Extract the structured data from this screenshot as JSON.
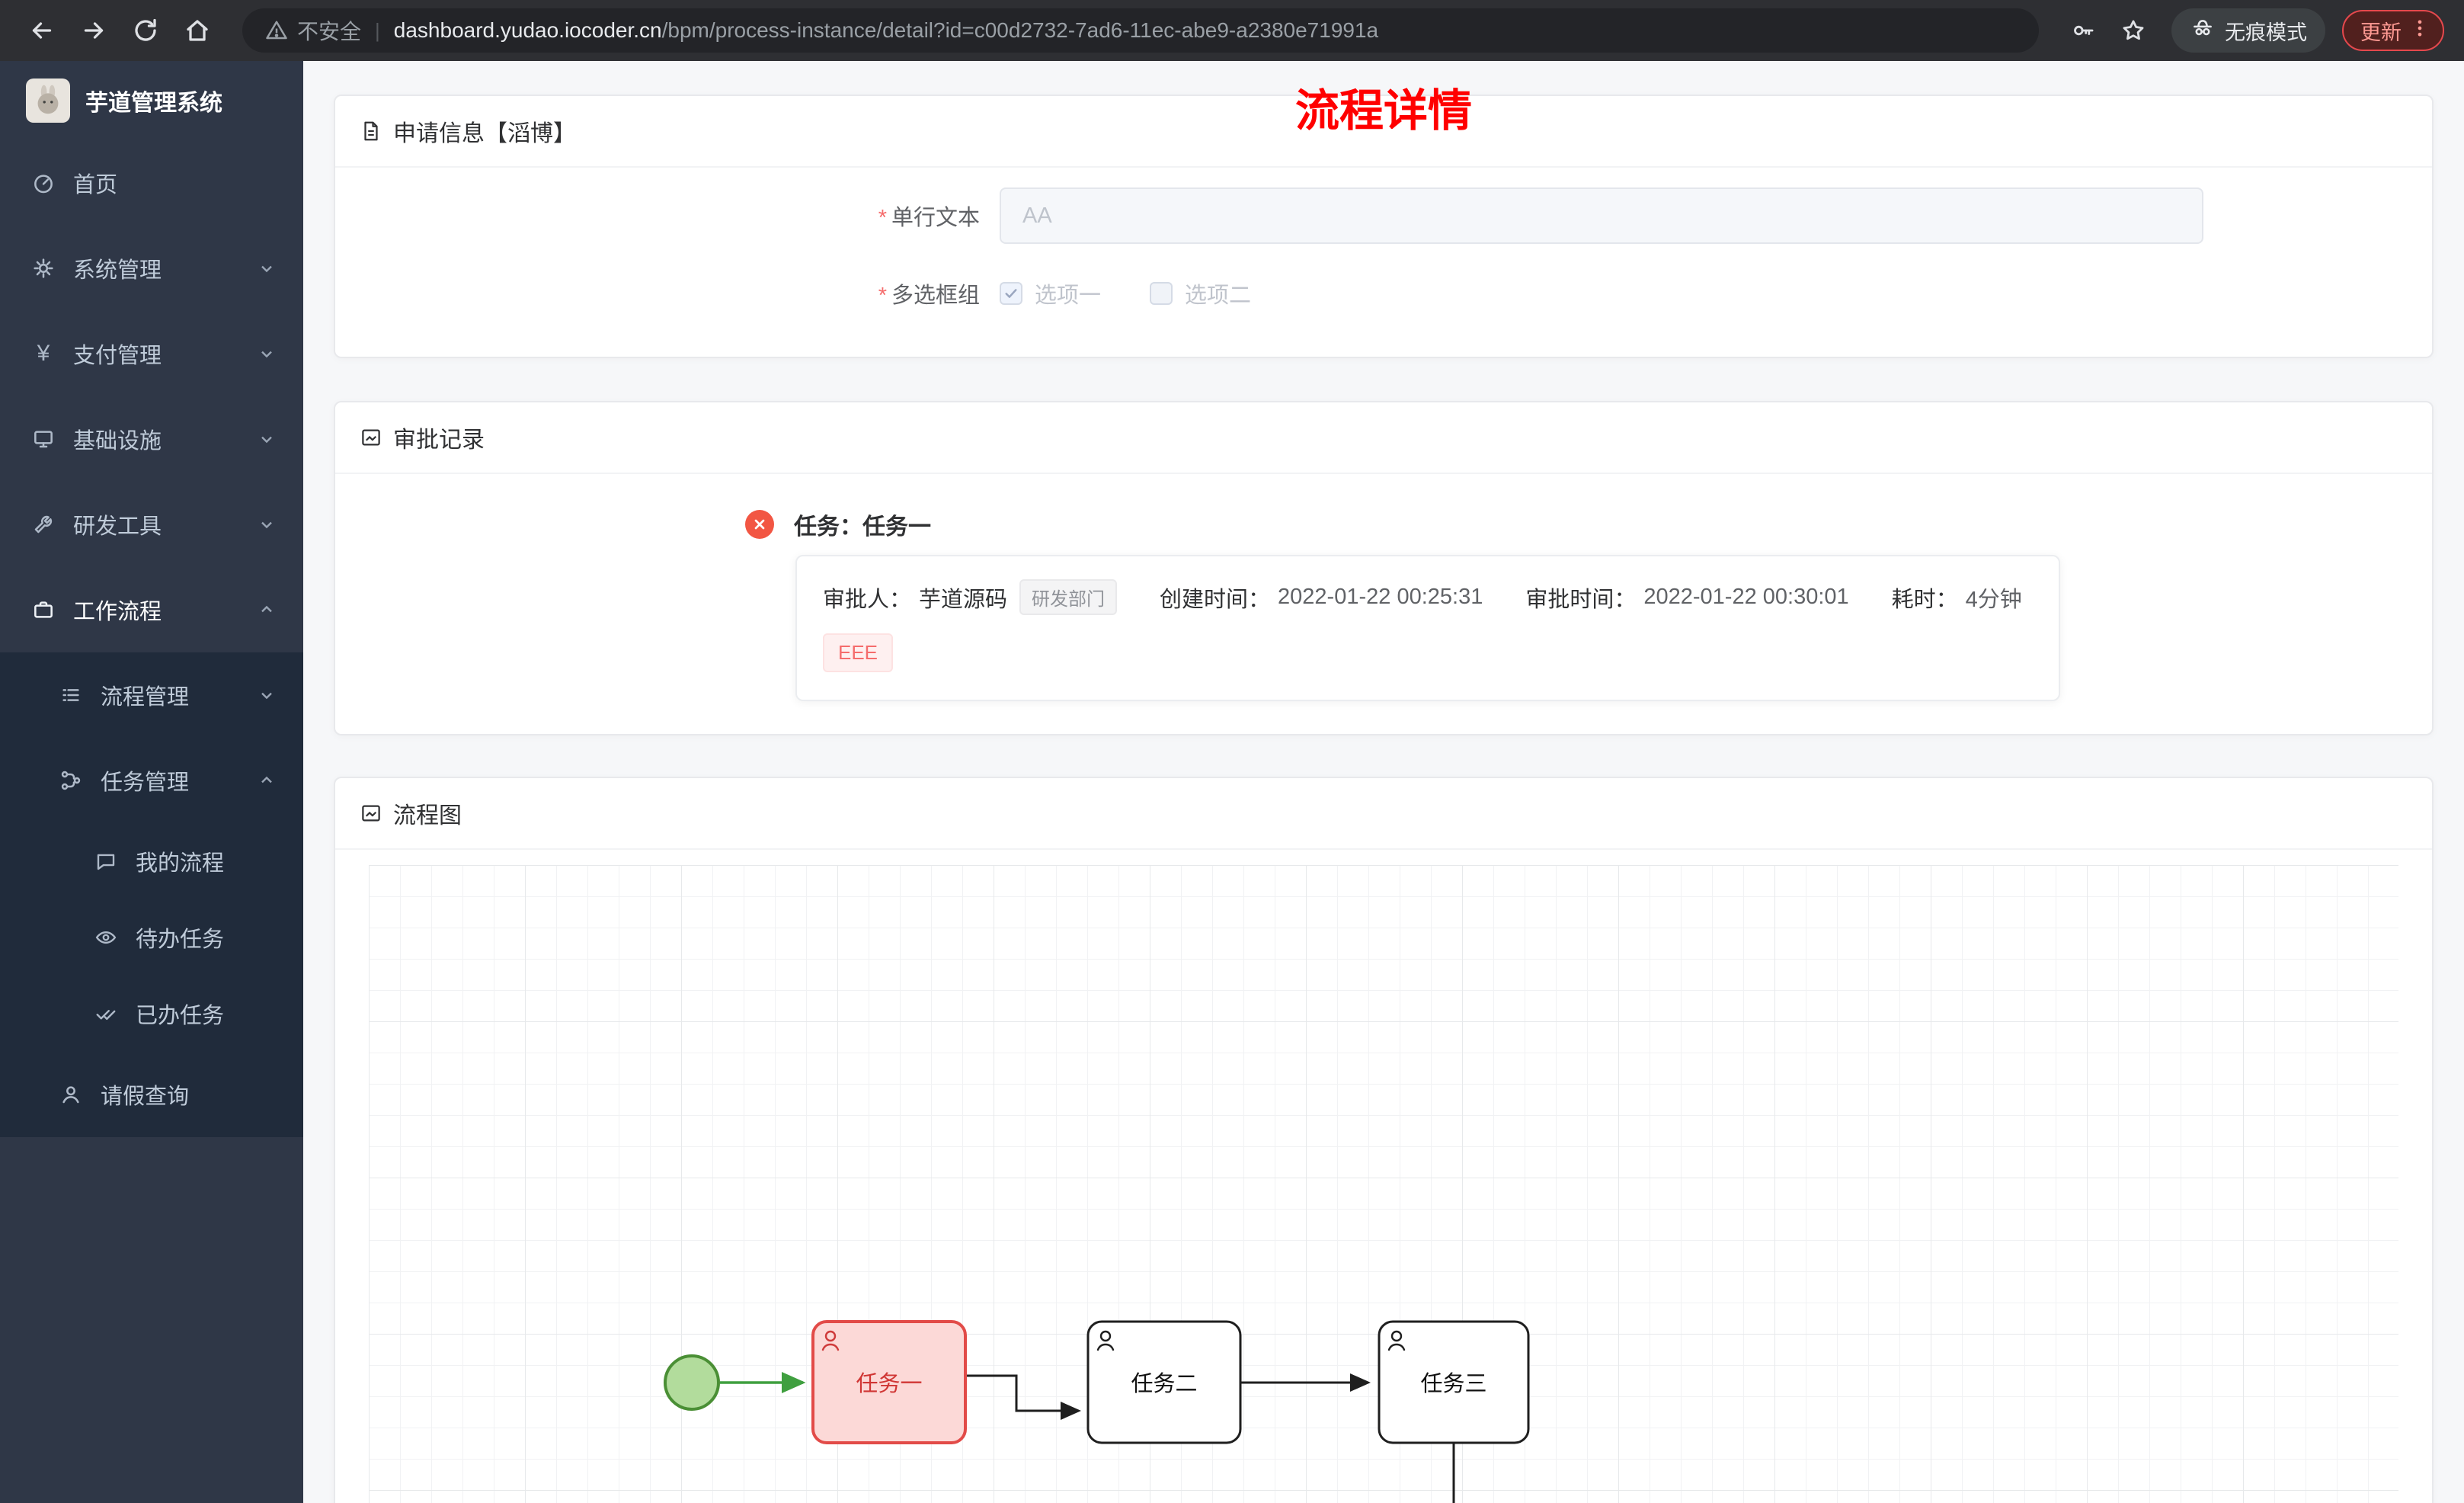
{
  "colors": {
    "page_title_red": "#ff0000",
    "sidebar_bg": "#2f3747",
    "submenu_bg": "#202b3b",
    "danger": "#f56c6c",
    "task_highlight_border": "#e24b48",
    "task_highlight_fill": "#fcd9d7",
    "start_event_green": "#4a8f35"
  },
  "browser": {
    "security_label": "不安全",
    "url_domain": "dashboard.yudao.iocoder.cn",
    "url_path": "/bpm/process-instance/detail?id=c00d2732-7ad6-11ec-abe9-a2380e71991a",
    "incognito_label": "无痕模式",
    "update_label": "更新"
  },
  "sidebar": {
    "logo_title": "芋道管理系统",
    "items": [
      {
        "label": "首页"
      },
      {
        "label": "系统管理"
      },
      {
        "label": "支付管理"
      },
      {
        "label": "基础设施"
      },
      {
        "label": "研发工具"
      },
      {
        "label": "工作流程"
      },
      {
        "label": "流程管理"
      },
      {
        "label": "任务管理"
      },
      {
        "label": "我的流程"
      },
      {
        "label": "待办任务"
      },
      {
        "label": "已办任务"
      },
      {
        "label": "请假查询"
      }
    ]
  },
  "page": {
    "title": "流程详情"
  },
  "apply_card": {
    "header": "申请信息【滔博】",
    "text_field": {
      "label": "单行文本",
      "value": "AA"
    },
    "checkbox_group": {
      "label": "多选框组",
      "options": [
        {
          "label": "选项一",
          "checked": true
        },
        {
          "label": "选项二",
          "checked": false
        }
      ]
    }
  },
  "approval_card": {
    "header": "审批记录",
    "task_title": "任务：任务一",
    "fields": {
      "approver_label": "审批人：",
      "approver_name": "芋道源码",
      "dept_tag": "研发部门",
      "created_label": "创建时间：",
      "created_time": "2022-01-22 00:25:31",
      "approved_label": "审批时间：",
      "approved_time": "2022-01-22 00:30:01",
      "duration_label": "耗时：",
      "duration_value": "4分钟"
    },
    "reason_tag": "EEE"
  },
  "diagram_card": {
    "header": "流程图",
    "nodes": [
      {
        "label": "任务一",
        "status": "current"
      },
      {
        "label": "任务二",
        "status": "pending"
      },
      {
        "label": "任务三",
        "status": "pending"
      }
    ]
  }
}
